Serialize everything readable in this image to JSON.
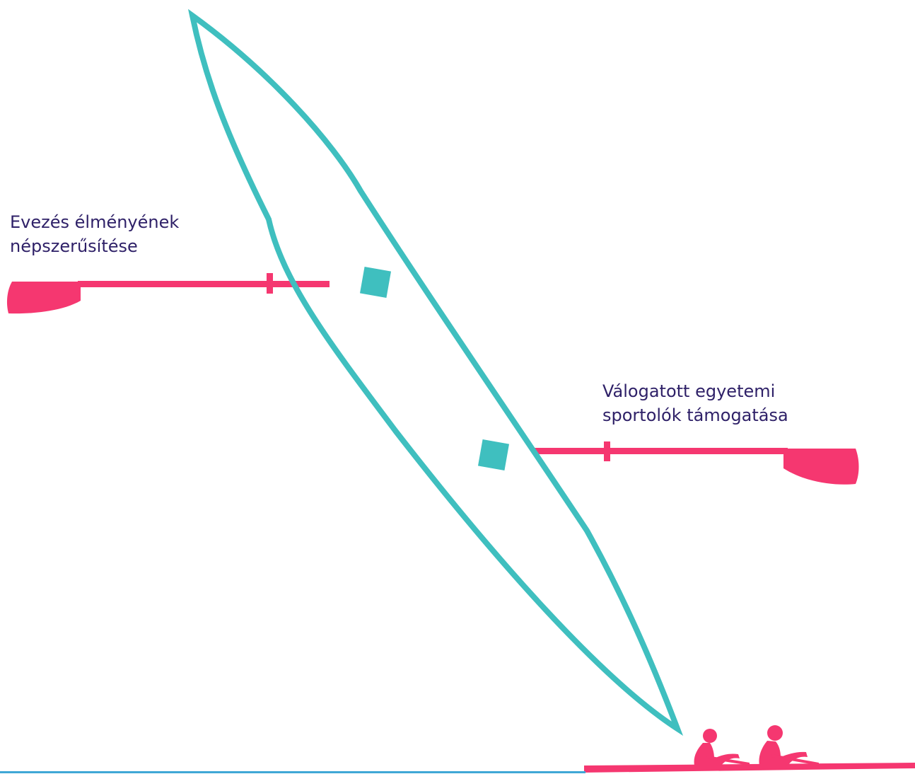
{
  "labels": {
    "goal_left": "Evezés élményének\nnépszerűsítése",
    "goal_right": "Válogatott egyetemi\nsportolók támogatása"
  },
  "colors": {
    "boat": "#3fbfbf",
    "oar": "#f53770",
    "text": "#2f2168",
    "bottom_line": "#3fa7d6"
  },
  "icons": {
    "boat": "rowing-boat-outline",
    "oar_left": "oar",
    "oar_right": "oar",
    "seat_1": "square-seat",
    "seat_2": "square-seat",
    "rowers": "rowers-silhouette"
  }
}
